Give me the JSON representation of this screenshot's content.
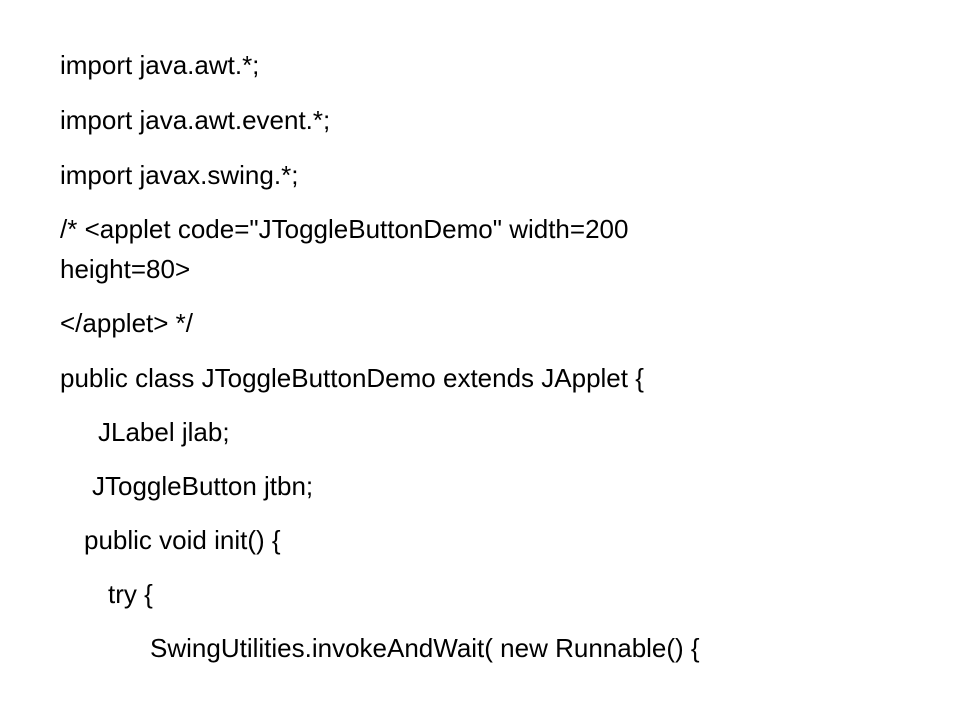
{
  "slide": {
    "lines": [
      "import java.awt.*;",
      "import java.awt.event.*;",
      "import javax.swing.*;",
      "/* <applet code=\"JToggleButtonDemo\" width=200",
      "height=80>",
      "</applet> */",
      "public class JToggleButtonDemo extends JApplet {",
      "JLabel jlab;",
      "JToggleButton jtbn;",
      "public void init() {",
      "try {",
      "SwingUtilities.invokeAndWait( new Runnable() {"
    ]
  }
}
